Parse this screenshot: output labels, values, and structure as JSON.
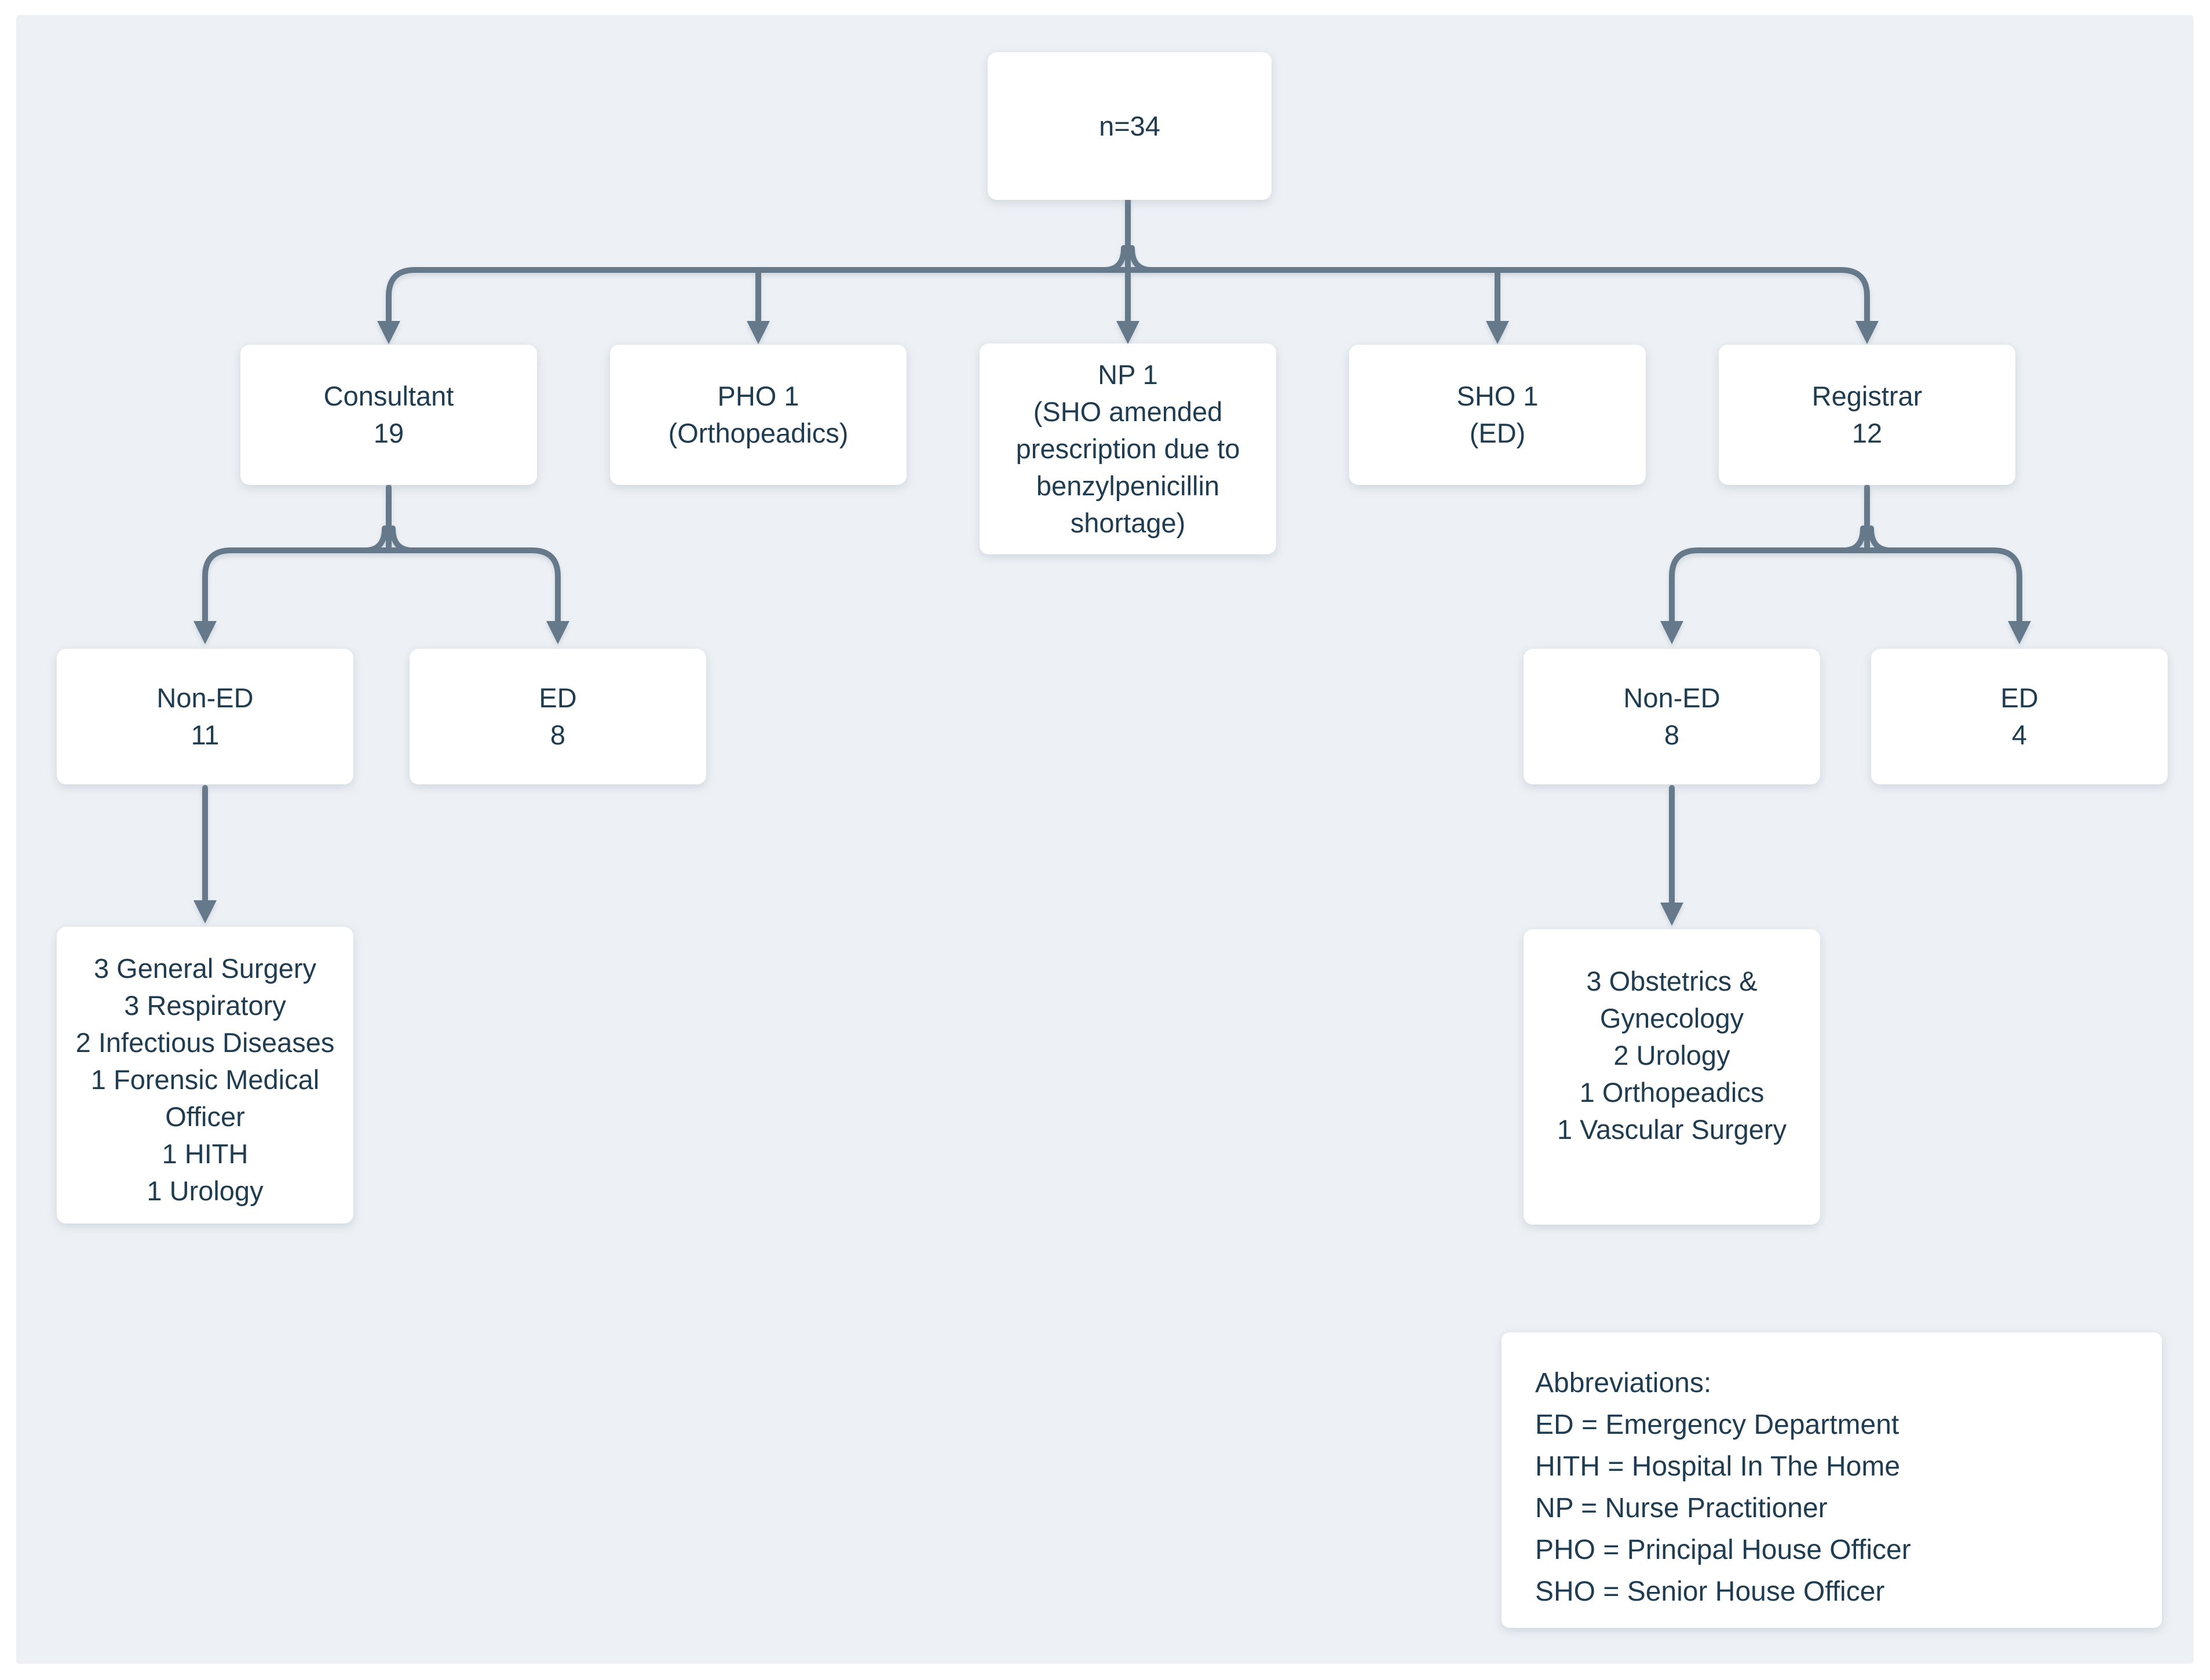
{
  "palette": {
    "page": "#ffffff",
    "panel": "#edf1f5",
    "box": "#ffffff",
    "text": "#203c50",
    "connector": "#66798b"
  },
  "chart_data": {
    "type": "table",
    "title": "Prescriber flowchart (n=34)",
    "tree": {
      "root": {
        "label": "n=34",
        "total": 34
      },
      "children": [
        {
          "label": "Consultant",
          "count": 19,
          "children": [
            {
              "label": "Non-ED",
              "count": 11,
              "detail": [
                "3 General Surgery",
                "3 Respiratory",
                "2 Infectious Diseases",
                "1 Forensic Medical Officer",
                "1 HITH",
                "1 Urology"
              ]
            },
            {
              "label": "ED",
              "count": 8
            }
          ]
        },
        {
          "label": "PHO",
          "count": 1,
          "note": "Orthopeadics"
        },
        {
          "label": "NP",
          "count": 1,
          "note": "SHO amended prescription due to benzylpenicillin shortage"
        },
        {
          "label": "SHO",
          "count": 1,
          "note": "ED"
        },
        {
          "label": "Registrar",
          "count": 12,
          "children": [
            {
              "label": "Non-ED",
              "count": 8,
              "detail": [
                "3 Obstetrics & Gynecology",
                "2 Urology",
                "1 Orthopeadics",
                "1 Vascular Surgery"
              ]
            },
            {
              "label": "ED",
              "count": 4
            }
          ]
        }
      ]
    }
  },
  "nodes": {
    "root": {
      "label": "n=34"
    },
    "consultant": {
      "label": "Consultant\n19"
    },
    "pho": {
      "label": "PHO 1\n(Orthopeadics)"
    },
    "np": {
      "label": "NP 1\n(SHO amended prescription due to benzylpenicillin shortage)"
    },
    "sho": {
      "label": "SHO 1\n(ED)"
    },
    "registrar": {
      "label": "Registrar\n12"
    },
    "consultant_non_ed": {
      "label": "Non-ED\n11"
    },
    "consultant_ed": {
      "label": "ED\n8"
    },
    "registrar_non_ed": {
      "label": "Non-ED\n8"
    },
    "registrar_ed": {
      "label": "ED\n4"
    },
    "consultant_non_ed_detail": {
      "label": "3 General Surgery\n3 Respiratory\n2 Infectious Diseases\n1 Forensic Medical Officer\n1 HITH\n1 Urology"
    },
    "registrar_non_ed_detail": {
      "label": "3 Obstetrics & Gynecology\n2 Urology\n1 Orthopeadics\n1 Vascular Surgery"
    }
  },
  "legend": {
    "title": "Abbreviations:",
    "entries": [
      "ED = Emergency Department",
      "HITH = Hospital In The Home",
      "NP = Nurse Practitioner",
      "PHO = Principal House Officer",
      "SHO = Senior House Officer"
    ]
  }
}
